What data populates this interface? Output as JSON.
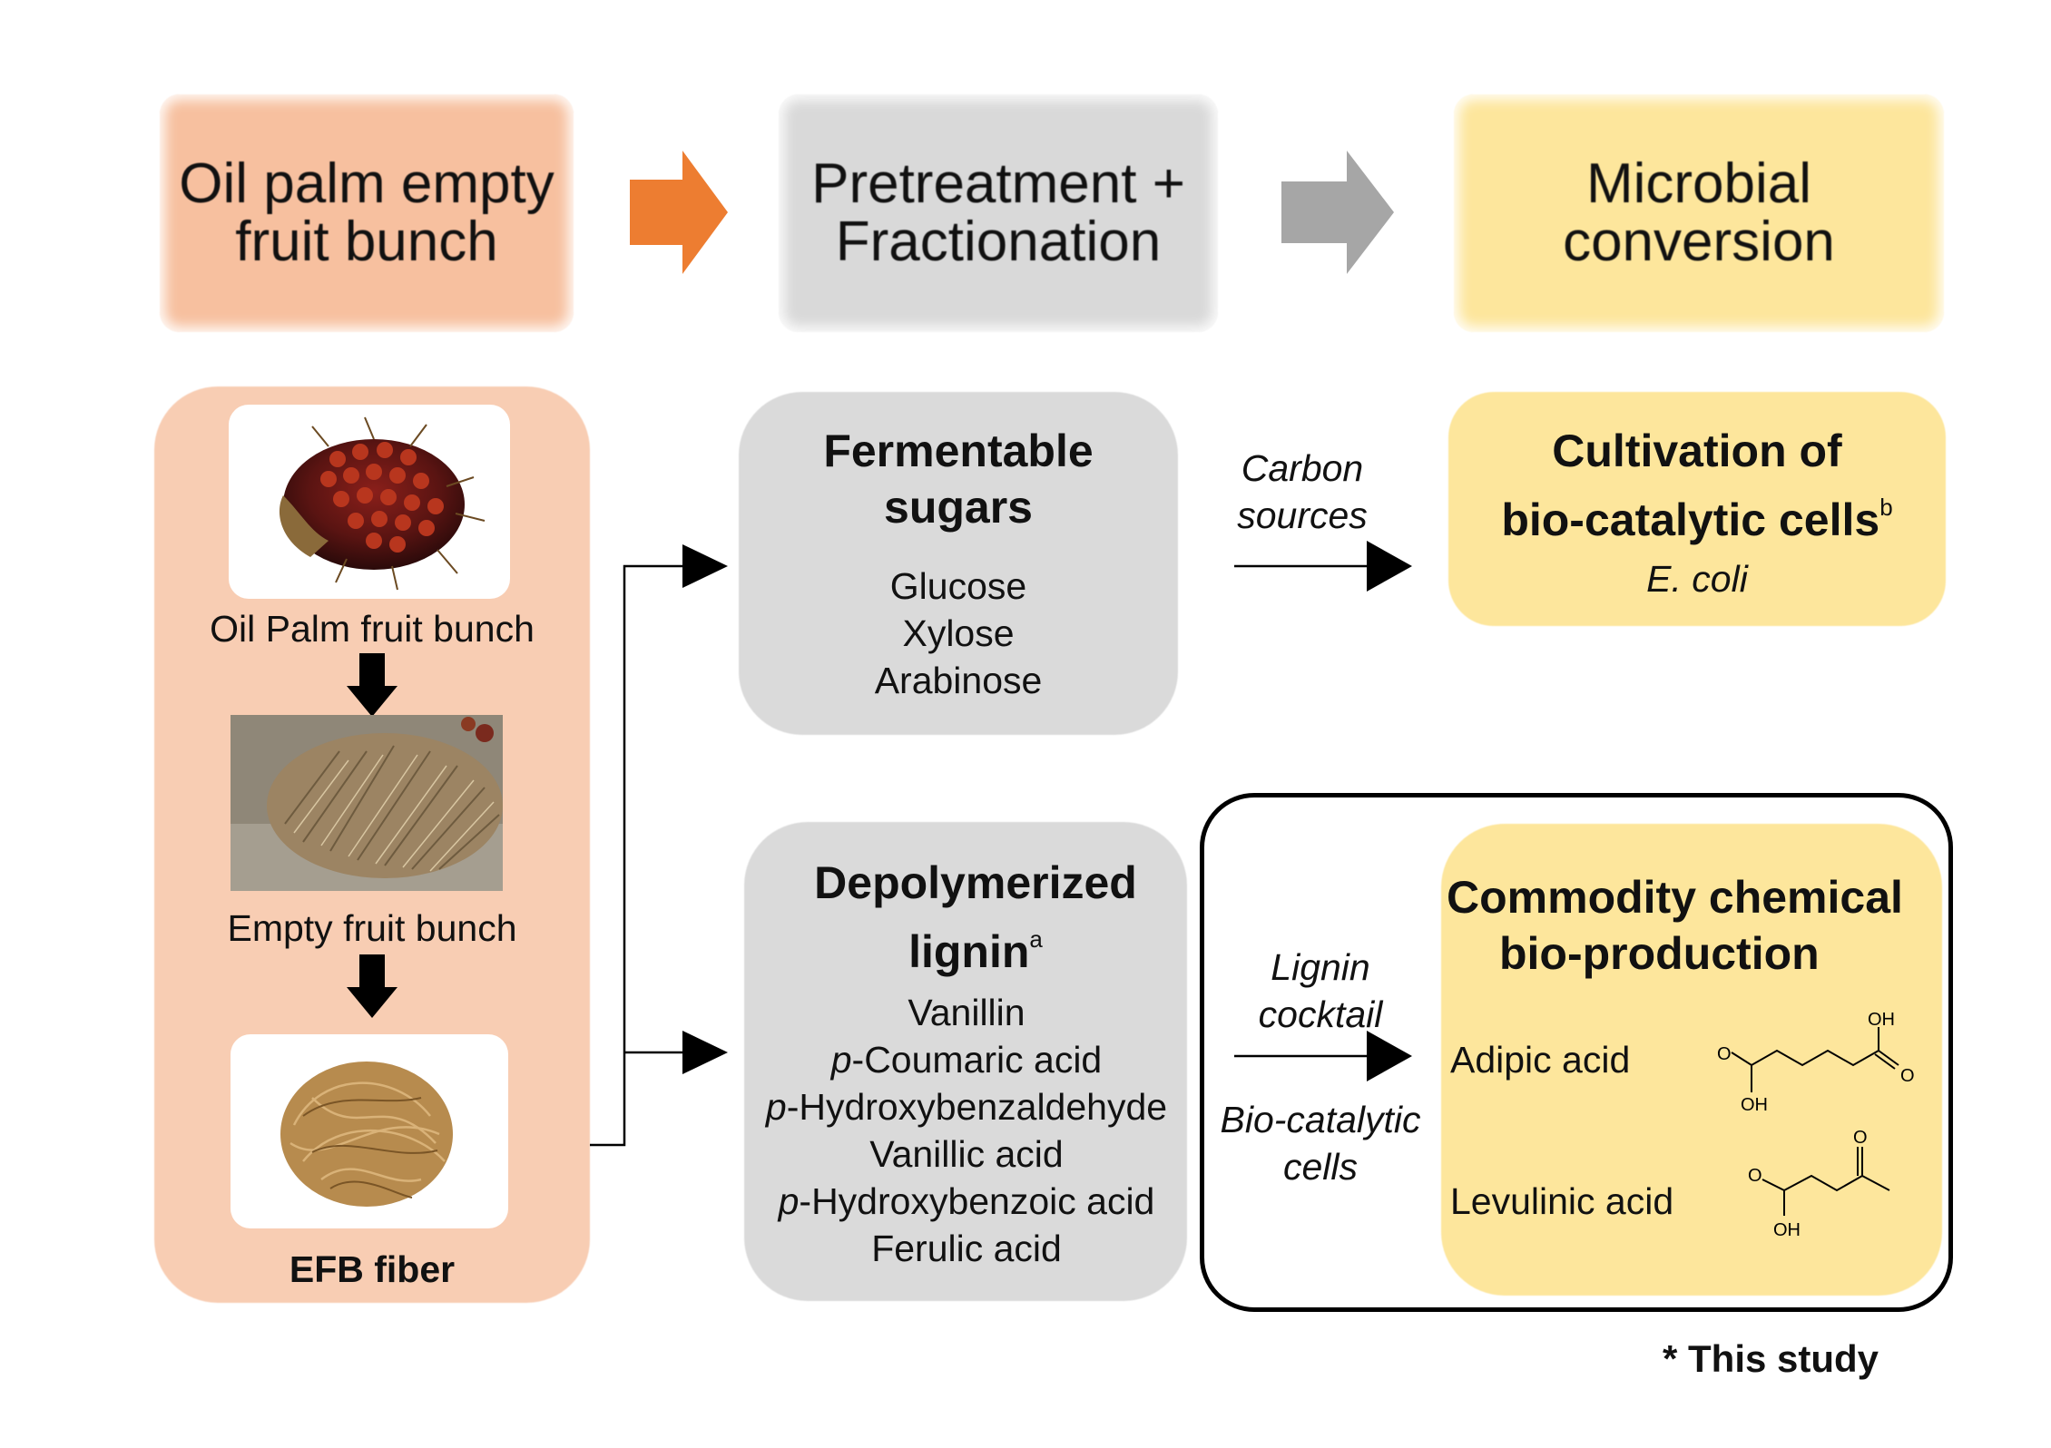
{
  "header": {
    "source": "Oil palm empty\nfruit bunch",
    "process": "Pretreatment  +\nFractionation",
    "conversion": "Microbial\nconversion"
  },
  "left_panel": {
    "fruit_bunch_label": "Oil Palm fruit bunch",
    "efb_label": "Empty fruit bunch",
    "fiber_label": "EFB fiber"
  },
  "sugars": {
    "title_line1": "Fermentable",
    "title_line2": "sugars",
    "items": [
      "Glucose",
      "Xylose",
      "Arabinose"
    ]
  },
  "lignin": {
    "title_line1": "Depolymerized",
    "title_line2": "lignin",
    "title_sup": "a",
    "items": [
      {
        "prefix": "",
        "text": "Vanillin"
      },
      {
        "prefix": "p",
        "text": "-Coumaric acid"
      },
      {
        "prefix": "p",
        "text": "-Hydroxybenzaldehyde"
      },
      {
        "prefix": "",
        "text": "Vanillic acid"
      },
      {
        "prefix": "p",
        "text": "-Hydroxybenzoic acid"
      },
      {
        "prefix": "",
        "text": "Ferulic acid"
      }
    ]
  },
  "carbon_arrow": {
    "line1": "Carbon",
    "line2": "sources"
  },
  "lignin_arrow": {
    "line1": "Lignin",
    "line2": "cocktail",
    "line3": "Bio-catalytic",
    "line4": "cells"
  },
  "cultivation": {
    "title_line1": "Cultivation of",
    "title_line2": "bio-catalytic cells",
    "title_sup": "b",
    "organism": "E. coli"
  },
  "commodity": {
    "title_line1": "Commodity chemical",
    "title_line2": "bio-production",
    "product1": "Adipic acid",
    "product2": "Levulinic acid",
    "atoms": {
      "O": "O",
      "OH": "OH"
    }
  },
  "footnote": "* This study",
  "colors": {
    "orange_arrow": "#ed7d31",
    "gray_arrow": "#a6a6a6",
    "orange_fill": "#f8cdb3",
    "gray_fill": "#dadada",
    "yellow_fill": "#fde69c"
  }
}
